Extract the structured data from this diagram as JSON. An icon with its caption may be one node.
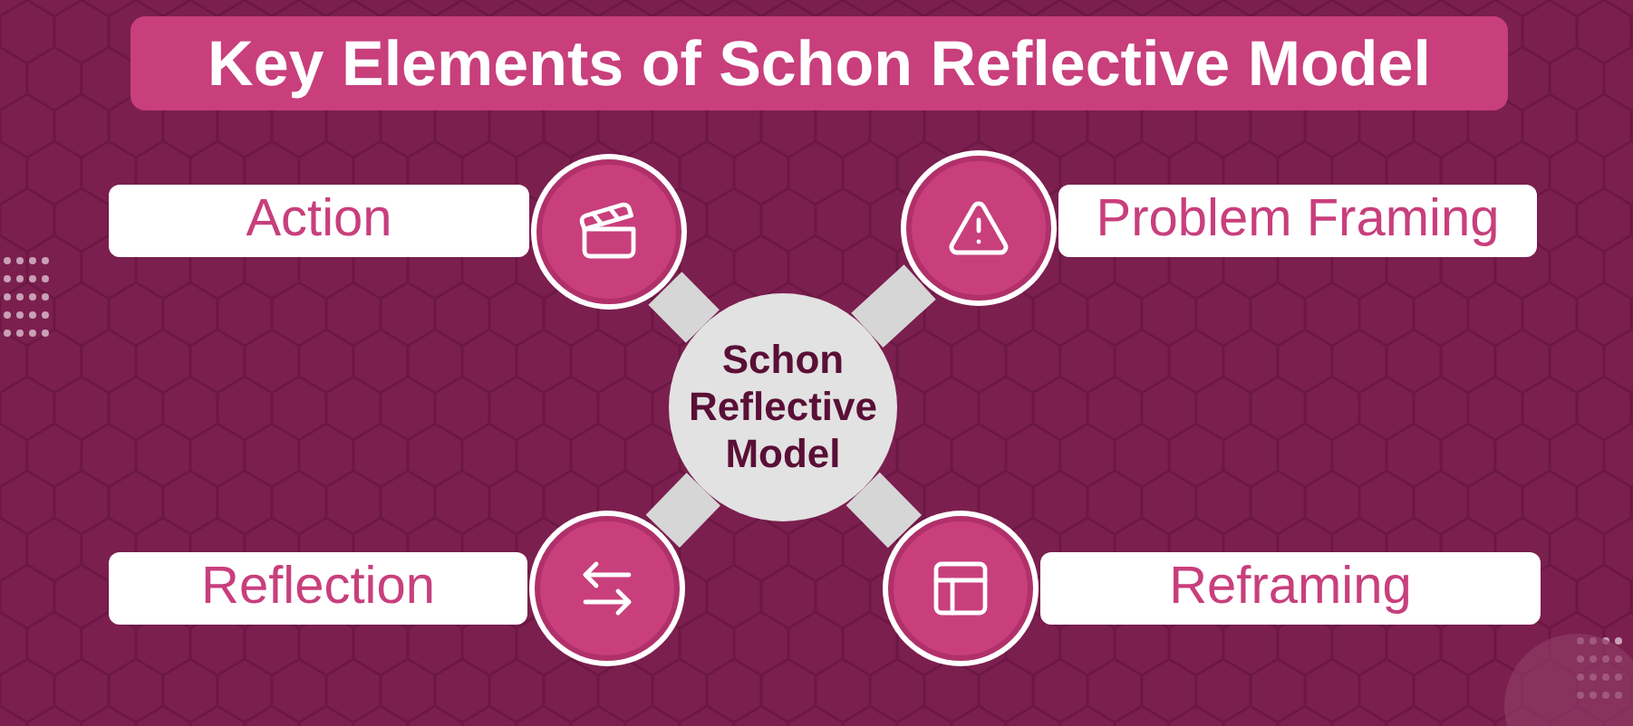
{
  "diagram": {
    "title": "Key Elements of Schon Reflective Model",
    "nodes": [
      {
        "text": [
          "Schon Reflective Model"
        ]
      },
      {
        "text": [
          "Action"
        ]
      },
      {
        "text": [
          "Problem Framing"
        ]
      },
      {
        "text": [
          "Reflection"
        ]
      },
      {
        "text": [
          "Reframing"
        ]
      },
      {
        "text": [],
        "shape": "circle"
      },
      {
        "text": [],
        "shape": "circle"
      },
      {
        "text": [],
        "shape": "circle"
      },
      {
        "text": [],
        "shape": "circle"
      }
    ],
    "edges": [
      {
        "from": 0,
        "to": 5,
        "arrow": "none"
      },
      {
        "from": 0,
        "to": 6,
        "arrow": "none"
      },
      {
        "from": 0,
        "to": 7,
        "arrow": "none"
      },
      {
        "from": 0,
        "to": 8,
        "arrow": "none"
      }
    ]
  }
}
